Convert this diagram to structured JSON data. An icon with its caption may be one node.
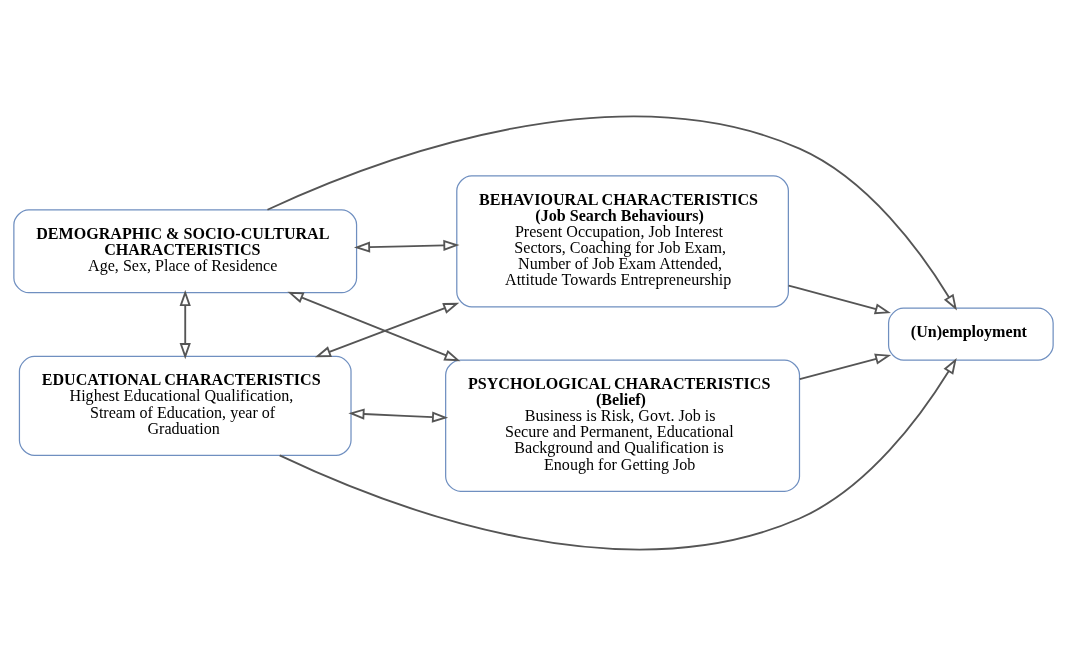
{
  "diagram": {
    "nodes": [
      {
        "text": [
          "DEMOGRAPHIC & SOCIO-CULTURAL CHARACTERISTICS",
          "Age, Sex, Place of Residence"
        ]
      },
      {
        "text": [
          "BEHAVIOURAL CHARACTERISTICS",
          "(Job Search Behaviours)",
          "Present Occupation, Job Interest Sectors, Coaching for Job Exam, Number of Job Exam Attended, Attitude Towards Entrepreneurship"
        ]
      },
      {
        "text": [
          "EDUCATIONAL CHARACTERISTICS",
          "Highest Educational Qualification, Stream of Education, year of Graduation"
        ]
      },
      {
        "text": [
          "PSYCHOLOGICAL CHARACTERISTICS",
          "(Belief)",
          "Business is Risk, Govt. Job is Secure and Permanent, Educational Background and Qualification is Enough for Getting Job"
        ]
      },
      {
        "text": [
          "(Un)employment"
        ]
      }
    ],
    "edges": [
      {
        "from": 0,
        "to": 1,
        "arrow": "both"
      },
      {
        "from": 0,
        "to": 2,
        "arrow": "both"
      },
      {
        "from": 0,
        "to": 3,
        "arrow": "both"
      },
      {
        "from": 2,
        "to": 1,
        "arrow": "both"
      },
      {
        "from": 2,
        "to": 3,
        "arrow": "both"
      },
      {
        "from": 0,
        "to": 4,
        "arrow": "to"
      },
      {
        "from": 1,
        "to": 4,
        "arrow": "to"
      },
      {
        "from": 3,
        "to": 4,
        "arrow": "to"
      },
      {
        "from": 2,
        "to": 4,
        "arrow": "to"
      }
    ]
  }
}
